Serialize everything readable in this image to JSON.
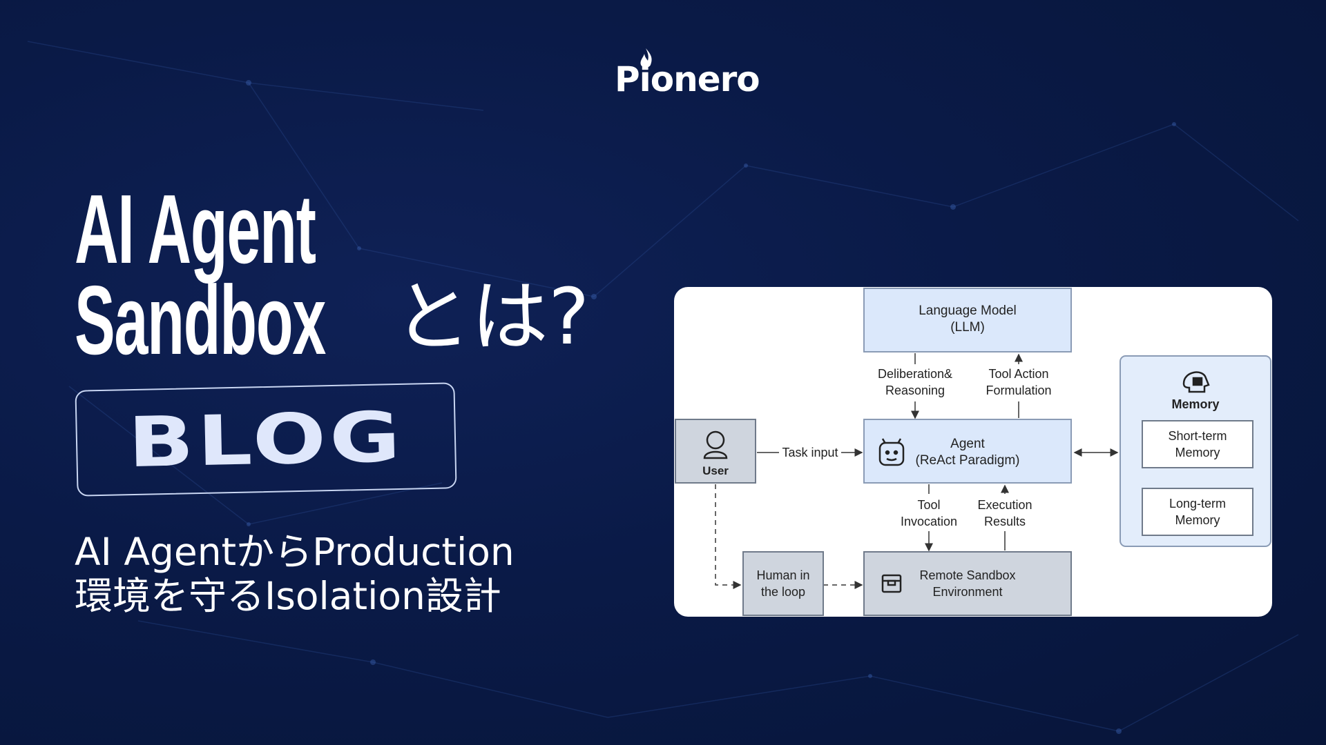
{
  "brand": {
    "name": "Pionero"
  },
  "hero": {
    "title_line1": "AI Agent",
    "title_line2_en": "Sandbox",
    "title_line2_jp": "とは?",
    "badge": "BLOG",
    "subtitle_line1": "AI AgentからProduction",
    "subtitle_line2": "環境を守るIsolation設計"
  },
  "diagram": {
    "llm": {
      "line1": "Language Model",
      "line2": "(LLM)"
    },
    "deliberation": {
      "line1": "Deliberation&",
      "line2": "Reasoning"
    },
    "tool_action": {
      "line1": "Tool Action",
      "line2": "Formulation"
    },
    "user": {
      "label": "User"
    },
    "task_input": "Task input",
    "agent": {
      "line1": "Agent",
      "line2": "(ReAct Paradigm)"
    },
    "memory": {
      "title": "Memory",
      "short_term": {
        "line1": "Short-term",
        "line2": "Memory"
      },
      "long_term": {
        "line1": "Long-term",
        "line2": "Memory"
      }
    },
    "tool_invocation": {
      "line1": "Tool",
      "line2": "Invocation"
    },
    "execution_results": {
      "line1": "Execution",
      "line2": "Results"
    },
    "human_loop": {
      "line1": "Human in",
      "line2": "the loop"
    },
    "sandbox": {
      "line1": "Remote Sandbox",
      "line2": "Environment"
    }
  },
  "colors": {
    "background": "#0a1a47",
    "node_blue": "#dbe8fb",
    "node_gray": "#cfd5de",
    "memory_bg": "#e3edfb",
    "text_light": "#dfe7fb"
  },
  "icons": [
    "flame-icon",
    "user-icon",
    "agent-robot-icon",
    "memory-head-icon",
    "sandbox-box-icon"
  ]
}
